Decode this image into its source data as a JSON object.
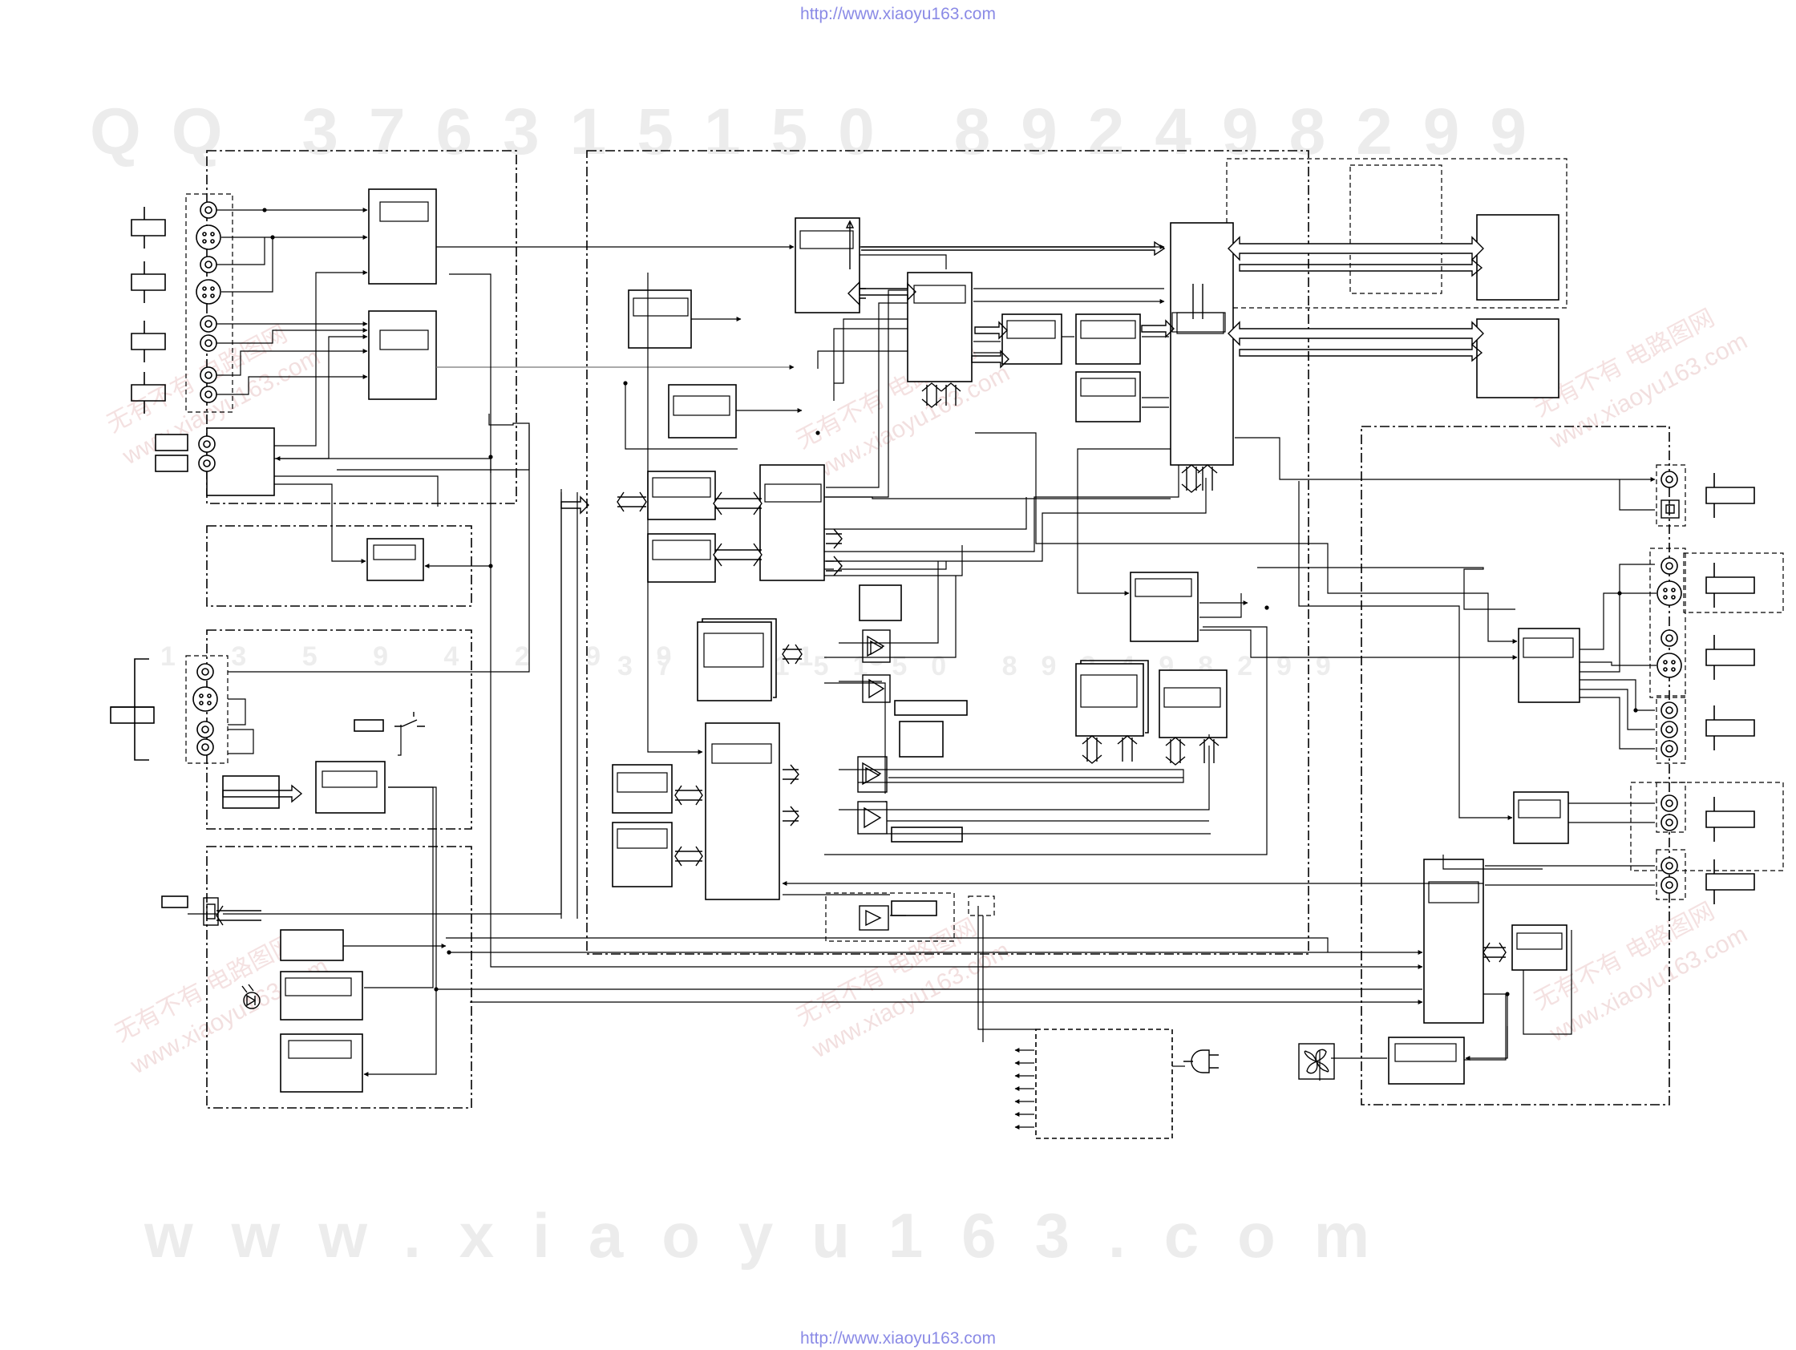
{
  "header": {
    "url": "http://www.xiaoyu163.com"
  },
  "footer": {
    "url": "http://www.xiaoyu163.com"
  },
  "watermarks": {
    "top_digits": "QQ 376315150   892498299",
    "bottom_site": "www.xiaoyu163.com",
    "mid_digits": "376315150  892498299",
    "left_digits": "1 3 5 9 4 2 9 9 8 1 3",
    "stamp_cn": "无有不有 电路图网",
    "stamp_site": "www.xiaoyu163.com"
  },
  "colors": {
    "line": "#000000",
    "url": "#8a8ae6",
    "watermark": "#ececec",
    "stamp": "#e8c8c8"
  }
}
